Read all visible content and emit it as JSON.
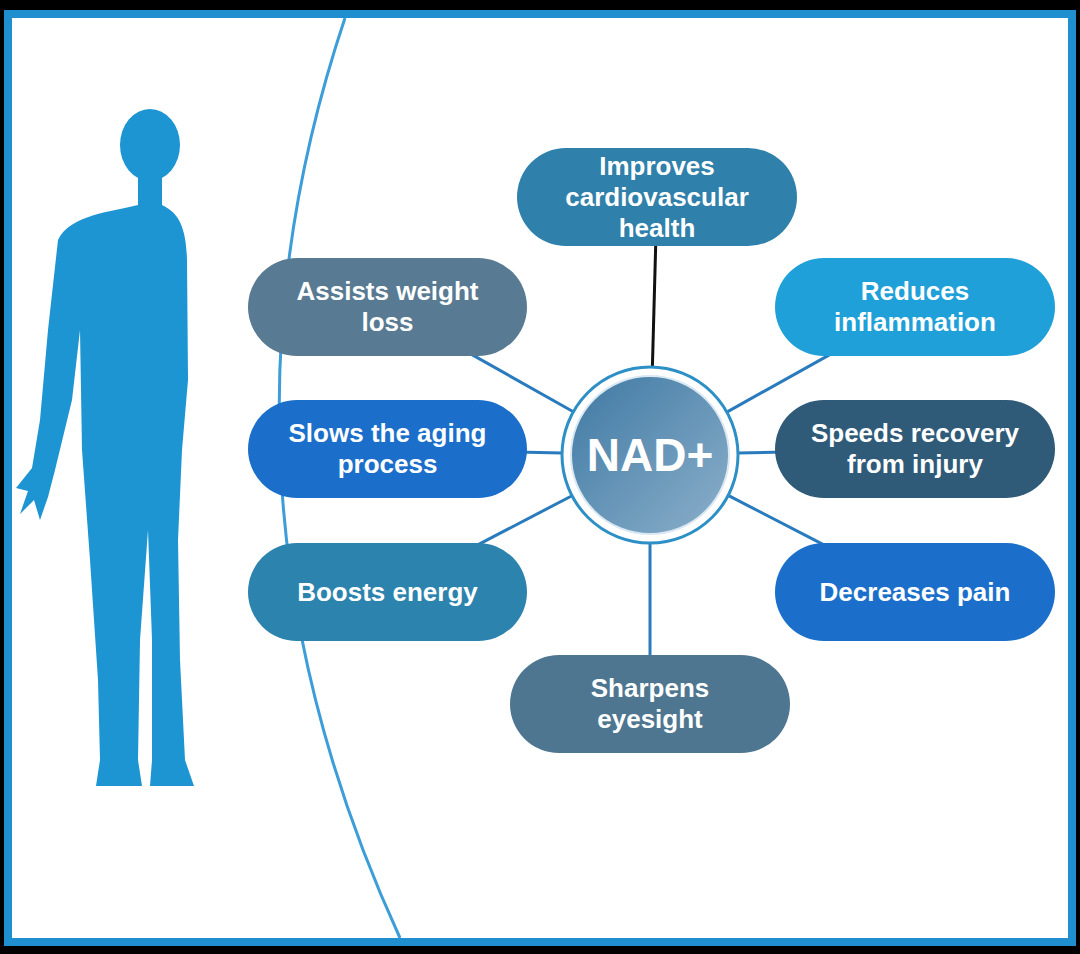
{
  "diagram": {
    "nodes": [
      {
        "text": [
          "Improves cardiovascular health"
        ]
      },
      {
        "text": [
          "Assists weight loss"
        ]
      },
      {
        "text": [
          "Reduces inflammation"
        ]
      },
      {
        "text": [
          "Slows the aging process"
        ]
      },
      {
        "text": [
          "NAD+"
        ]
      },
      {
        "text": [
          "Speeds recovery from injury"
        ]
      },
      {
        "text": [
          "Boosts energy"
        ]
      },
      {
        "text": [
          "Decreases pain"
        ]
      },
      {
        "text": [
          "Sharpens eyesight"
        ]
      }
    ],
    "edges": [
      {
        "from": 4,
        "to": 0,
        "arrow": "none"
      },
      {
        "from": 4,
        "to": 1,
        "arrow": "none"
      },
      {
        "from": 4,
        "to": 2,
        "arrow": "none"
      },
      {
        "from": 4,
        "to": 3,
        "arrow": "none"
      },
      {
        "from": 4,
        "to": 5,
        "arrow": "none"
      },
      {
        "from": 4,
        "to": 6,
        "arrow": "none"
      },
      {
        "from": 4,
        "to": 7,
        "arrow": "none"
      },
      {
        "from": 4,
        "to": 8,
        "arrow": "none"
      }
    ]
  }
}
